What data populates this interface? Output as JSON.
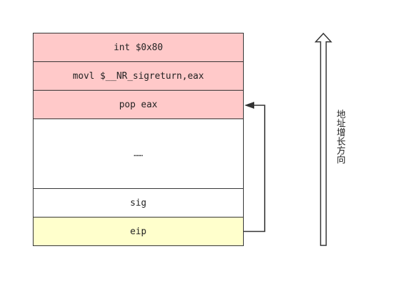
{
  "stack": {
    "cells": [
      {
        "label": "int $0x80",
        "color": "#ffc9c9"
      },
      {
        "label": "movl $__NR_sigreturn,eax",
        "color": "#ffc9c9"
      },
      {
        "label": "pop eax",
        "color": "#ffc9c9"
      },
      {
        "label": "……",
        "color": "#ffffff"
      },
      {
        "label": "sig",
        "color": "#ffffff"
      },
      {
        "label": "eip",
        "color": "#ffffcc"
      }
    ]
  },
  "direction_label": "地址增长方向"
}
